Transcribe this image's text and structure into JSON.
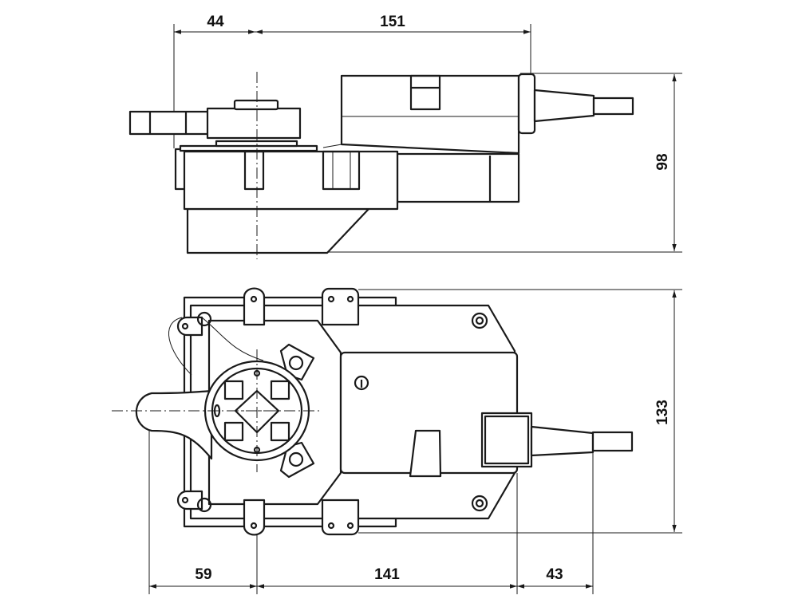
{
  "dimensions": {
    "side_view": {
      "d1": "44",
      "d2": "151",
      "height": "98"
    },
    "bottom_view": {
      "d1": "59",
      "d2": "141",
      "d3": "43",
      "height": "133"
    }
  },
  "colors": {
    "line": "#1a1a1a",
    "background": "#ffffff"
  }
}
